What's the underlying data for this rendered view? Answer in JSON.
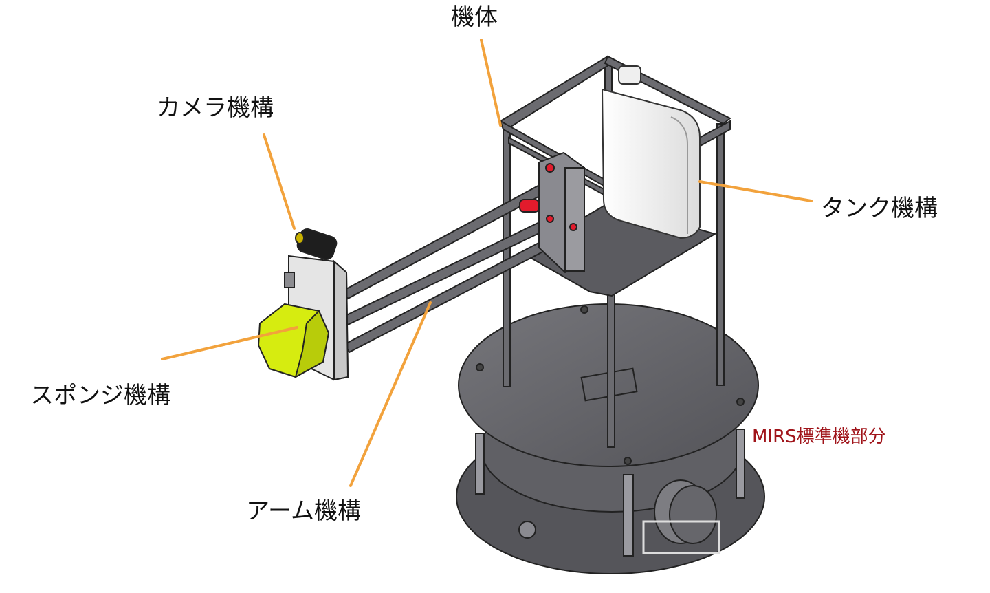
{
  "labels": {
    "body": "機体",
    "camera": "カメラ機構",
    "tank": "タンク機構",
    "sponge": "スポンジ機構",
    "arm": "アーム機構",
    "mirs": "MIRS標準機部分"
  },
  "colors": {
    "leader": "#f2a23c",
    "mirs_text": "#a0141a",
    "frame": "#6b6b70",
    "deck": "#5f5f64",
    "sponge": "#d6ec10",
    "tank": "#f1f1f1",
    "accent_red": "#e21b2c"
  }
}
